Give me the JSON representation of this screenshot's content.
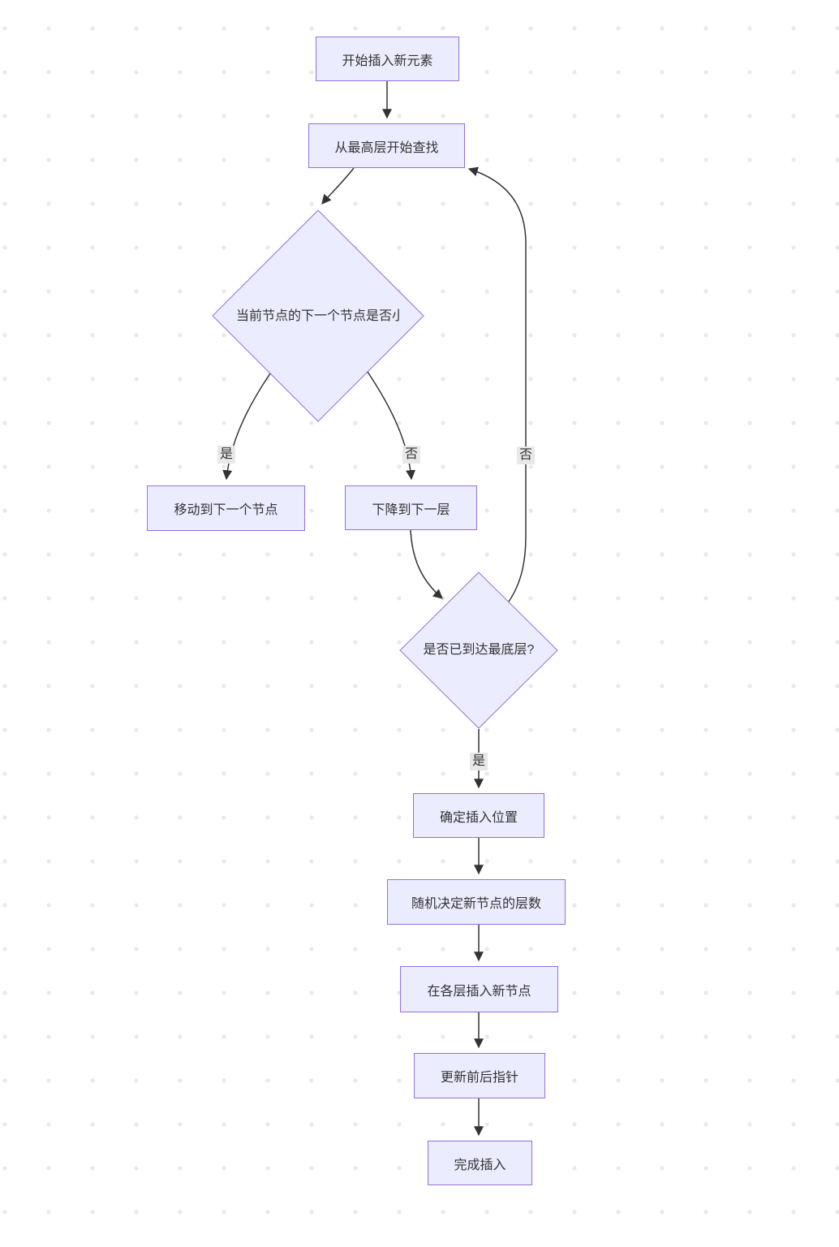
{
  "diagram": {
    "type": "flowchart",
    "direction": "top-down",
    "colors": {
      "node_fill": "#ECECFF",
      "node_border": "#9370DB",
      "edge_stroke": "#333333",
      "edge_label_bg": "#e8e8e8",
      "text": "#333333",
      "background_dots": "#e9e9e9"
    },
    "nodes": {
      "start": {
        "label": "开始插入新元素",
        "shape": "rect"
      },
      "search_from_top": {
        "label": "从最高层开始查找",
        "shape": "rect"
      },
      "decision_next_smaller": {
        "label": "当前节点的下一个节点是否小",
        "shape": "diamond",
        "note": "text clipped at right edge"
      },
      "move_next": {
        "label": "移动到下一个节点",
        "shape": "rect"
      },
      "descend": {
        "label": "下降到下一层",
        "shape": "rect"
      },
      "decision_bottom": {
        "label": "是否已到达最底层?",
        "shape": "diamond"
      },
      "determine_position": {
        "label": "确定插入位置",
        "shape": "rect"
      },
      "random_level": {
        "label": "随机决定新节点的层数",
        "shape": "rect"
      },
      "insert_levels": {
        "label": "在各层插入新节点",
        "shape": "rect"
      },
      "update_pointers": {
        "label": "更新前后指针",
        "shape": "rect"
      },
      "done": {
        "label": "完成插入",
        "shape": "rect"
      }
    },
    "edge_labels": {
      "yes1": "是",
      "no1": "否",
      "no_loop": "否",
      "yes2": "是"
    },
    "edges": [
      {
        "from": "start",
        "to": "search_from_top",
        "label": ""
      },
      {
        "from": "search_from_top",
        "to": "decision_next_smaller",
        "label": ""
      },
      {
        "from": "decision_next_smaller",
        "to": "move_next",
        "label": "是"
      },
      {
        "from": "decision_next_smaller",
        "to": "descend",
        "label": "否"
      },
      {
        "from": "descend",
        "to": "decision_bottom",
        "label": ""
      },
      {
        "from": "decision_bottom",
        "to": "search_from_top",
        "label": "否"
      },
      {
        "from": "decision_bottom",
        "to": "determine_position",
        "label": "是"
      },
      {
        "from": "determine_position",
        "to": "random_level",
        "label": ""
      },
      {
        "from": "random_level",
        "to": "insert_levels",
        "label": ""
      },
      {
        "from": "insert_levels",
        "to": "update_pointers",
        "label": ""
      },
      {
        "from": "update_pointers",
        "to": "done",
        "label": ""
      }
    ]
  }
}
